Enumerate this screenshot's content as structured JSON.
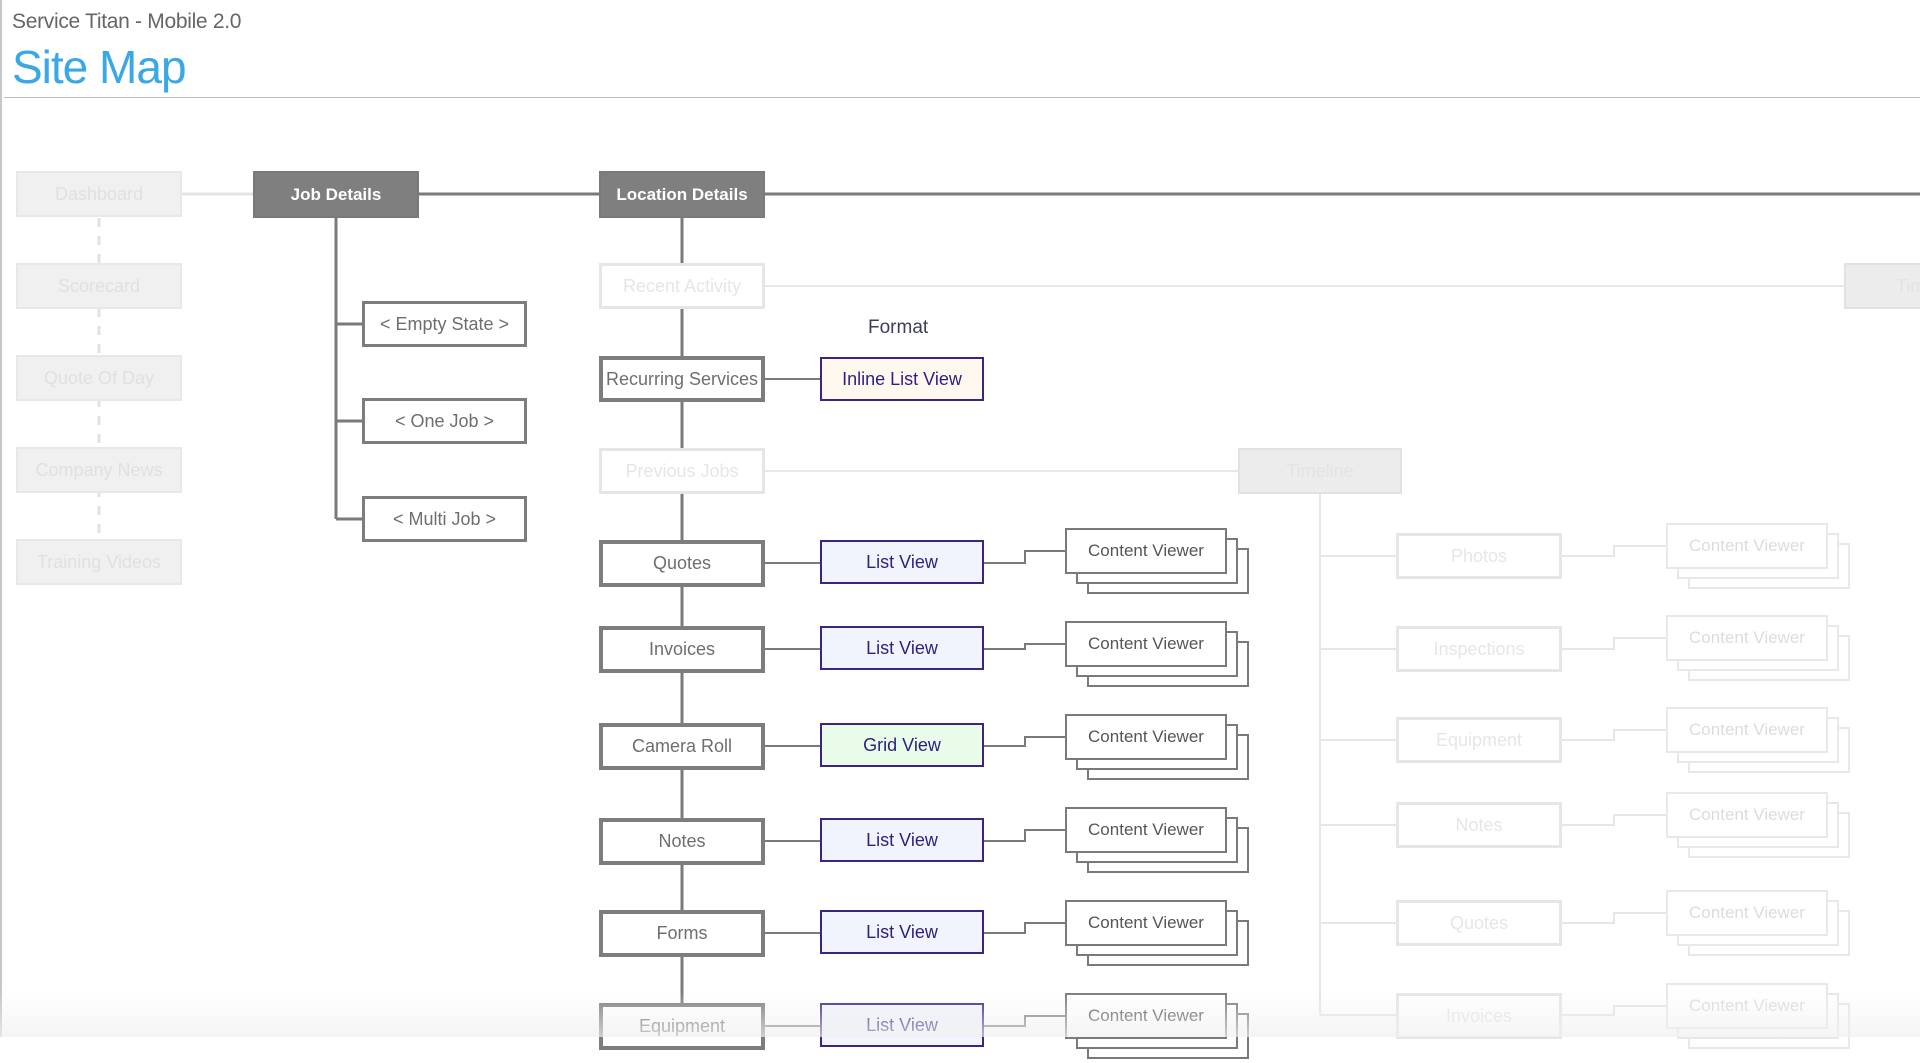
{
  "header": {
    "subtitle": "Service Titan - Mobile 2.0",
    "title": "Site Map"
  },
  "format_label": "Format",
  "nav_column": {
    "items": [
      "Dashboard",
      "Scorecard",
      "Quote Of Day",
      "Company News",
      "Training Videos"
    ]
  },
  "job_details": {
    "title": "Job Details",
    "states": [
      "< Empty State >",
      "< One Job >",
      "< Multi Job >"
    ]
  },
  "location_details": {
    "title": "Location Details",
    "recent_activity": "Recent Activity",
    "recurring_services": "Recurring Services",
    "recurring_format": "Inline List View",
    "previous_jobs": "Previous Jobs",
    "rows": [
      {
        "label": "Quotes",
        "format": "List View",
        "viewer": "Content Viewer"
      },
      {
        "label": "Invoices",
        "format": "List View",
        "viewer": "Content Viewer"
      },
      {
        "label": "Camera Roll",
        "format": "Grid View",
        "viewer": "Content Viewer"
      },
      {
        "label": "Notes",
        "format": "List View",
        "viewer": "Content Viewer"
      },
      {
        "label": "Forms",
        "format": "List View",
        "viewer": "Content Viewer"
      },
      {
        "label": "Equipment",
        "format": "List View",
        "viewer": "Content Viewer"
      }
    ]
  },
  "timeline": {
    "title": "Timeline",
    "right_edge_label": "Tim",
    "items": [
      {
        "label": "Photos",
        "viewer": "Content Viewer"
      },
      {
        "label": "Inspections",
        "viewer": "Content Viewer"
      },
      {
        "label": "Equipment",
        "viewer": "Content Viewer"
      },
      {
        "label": "Notes",
        "viewer": "Content Viewer"
      },
      {
        "label": "Quotes",
        "viewer": "Content Viewer"
      },
      {
        "label": "Invoices",
        "viewer": "Content Viewer"
      }
    ]
  },
  "colors": {
    "accent_title": "#3aa7e6",
    "node_border": "#7d7d7d",
    "format_border": "#3e2482",
    "list_view_fill": "#f1f4fc",
    "inline_list_fill": "#fff8ee",
    "grid_view_fill": "#e9fbe9",
    "ghost": "#e6e6e6"
  }
}
